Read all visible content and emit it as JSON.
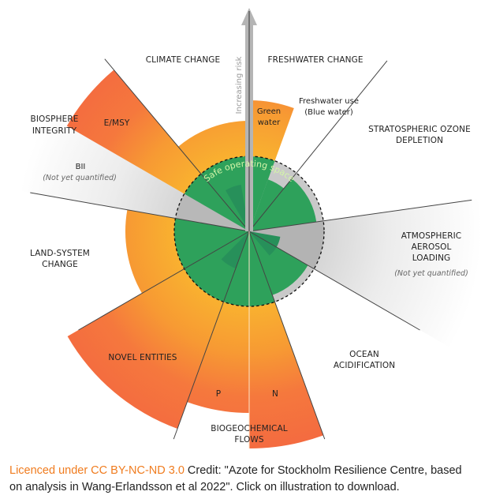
{
  "diagram": {
    "arrow_label": "Increasing risk",
    "safe_label": "Safe operating space",
    "boundaries": {
      "climate": "CLIMATE CHANGE",
      "freshwater": "FRESHWATER CHANGE",
      "blue_water_1": "Freshwater use",
      "blue_water_2": "(Blue water)",
      "green_water_1": "Green",
      "green_water_2": "water",
      "ozone_1": "STRATOSPHERIC OZONE",
      "ozone_2": "DEPLETION",
      "aerosol_1": "ATMOSPHERIC",
      "aerosol_2": "AEROSOL",
      "aerosol_3": "LOADING",
      "aerosol_note": "(Not yet quantified)",
      "ocean_1": "OCEAN",
      "ocean_2": "ACIDIFICATION",
      "biogeo_1": "BIOGEOCHEMICAL",
      "biogeo_2": "FLOWS",
      "p": "P",
      "n": "N",
      "novel": "NOVEL ENTITIES",
      "land_1": "LAND-SYSTEM",
      "land_2": "CHANGE",
      "bii": "BII",
      "bii_note": "(Not yet quantified)",
      "emsy": "E/MSY",
      "biosphere_1": "BIOSPHERE",
      "biosphere_2": "INTEGRITY"
    },
    "colors": {
      "safe_green": "#2ea15b",
      "orange_inner": "#f8a830",
      "orange_outer": "#f46c40",
      "grey": "#c9c9c9"
    }
  },
  "footer": {
    "licence_link": "Licenced under CC BY-NC-ND 3.0",
    "credit": " Credit: \"Azote for Stockholm Resilience Centre, based on analysis in Wang-Erlandsson et al 2022\". Click on illustration to download."
  }
}
